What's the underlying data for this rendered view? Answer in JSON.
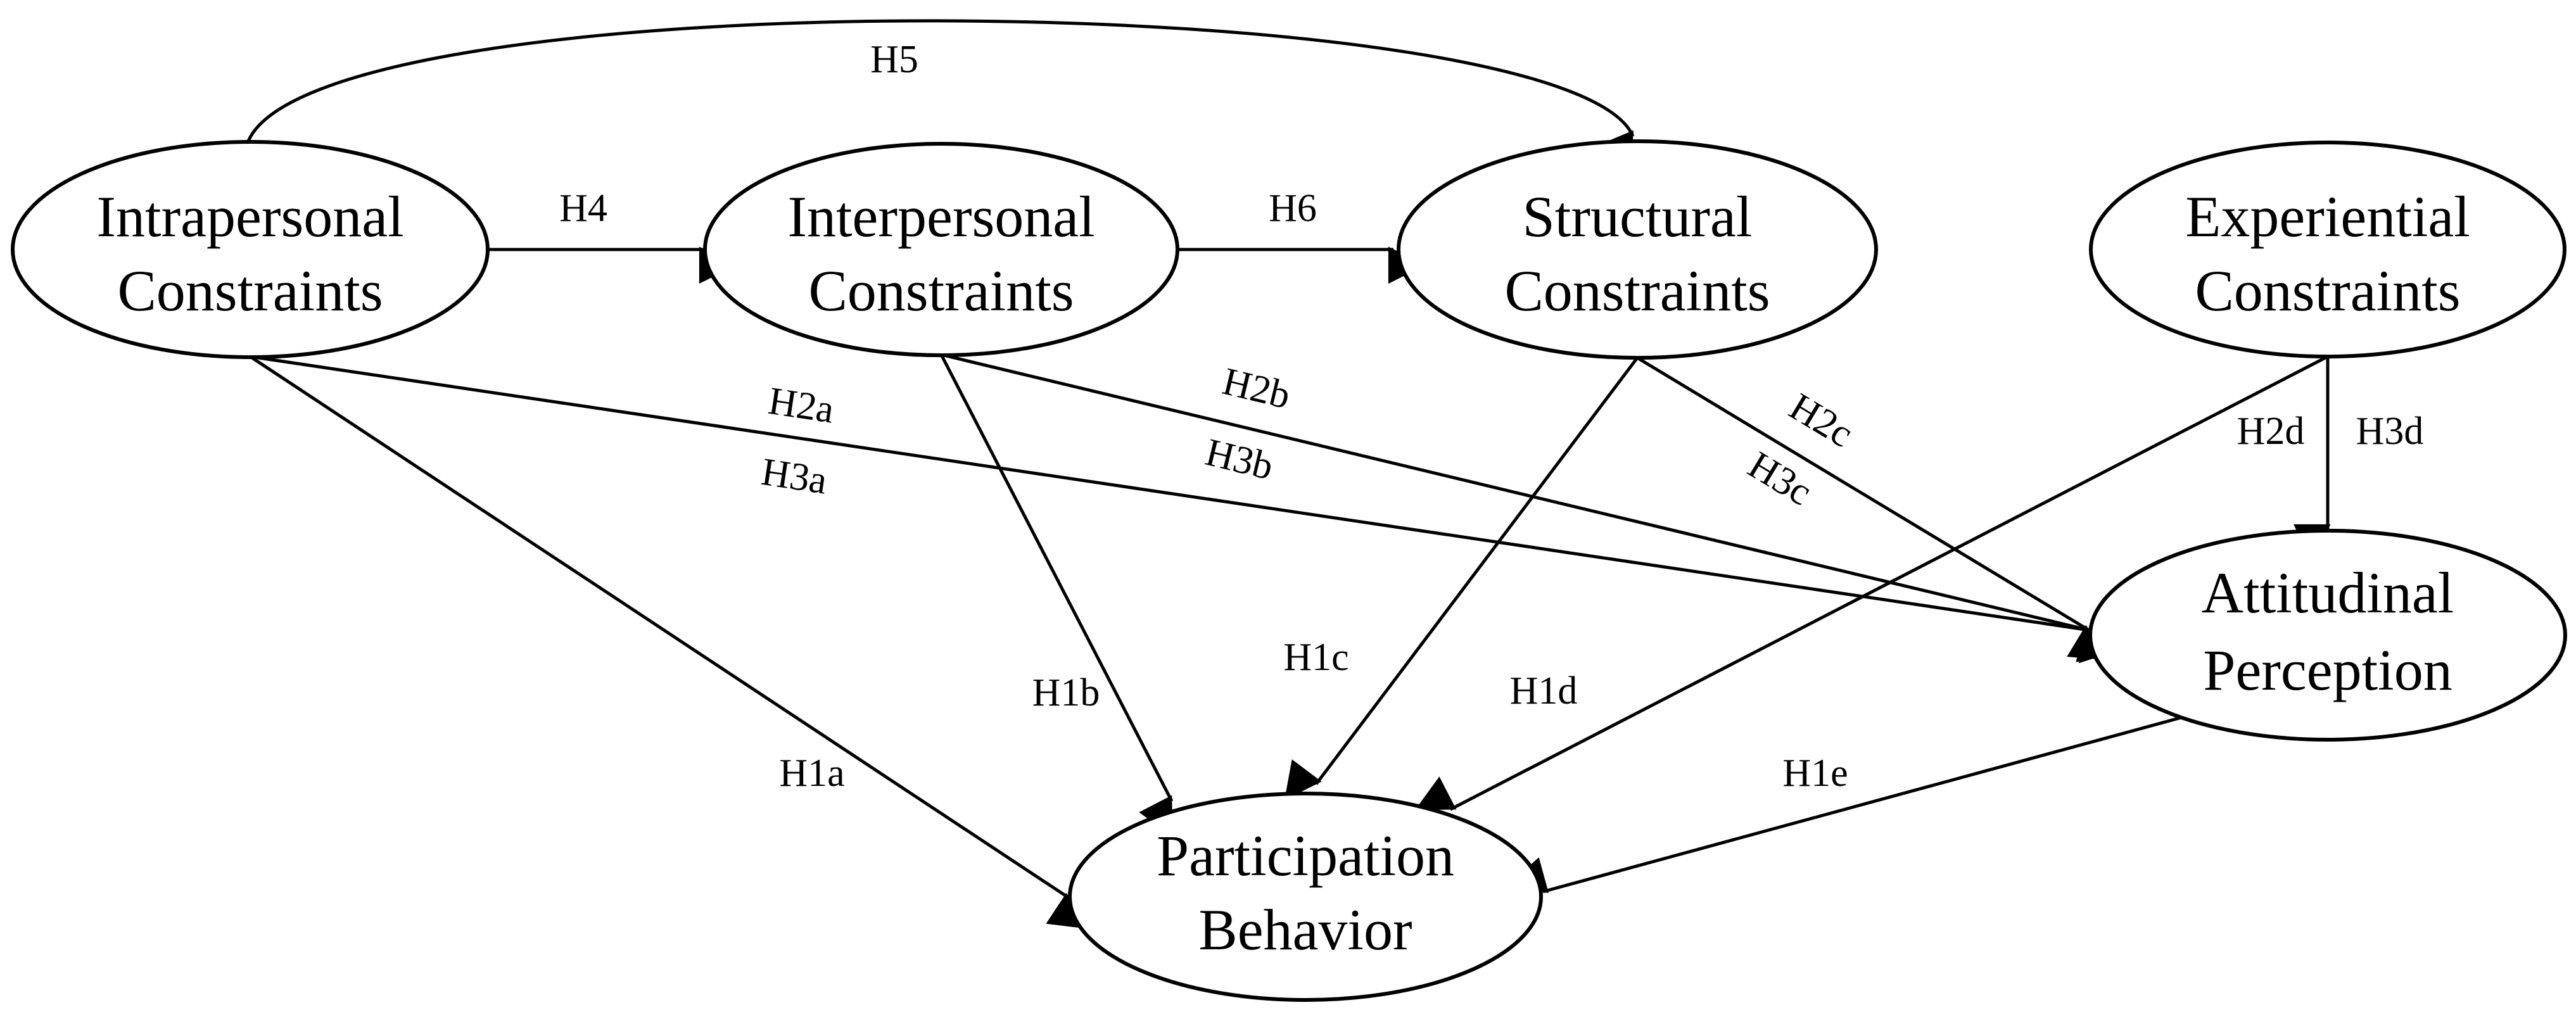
{
  "nodes": {
    "intrapersonal": {
      "line1": "Intrapersonal",
      "line2": "Constraints"
    },
    "interpersonal": {
      "line1": "Interpersonal",
      "line2": "Constraints"
    },
    "structural": {
      "line1": "Structural",
      "line2": "Constraints"
    },
    "experiential": {
      "line1": "Experiential",
      "line2": "Constraints"
    },
    "attitudinal": {
      "line1": "Attitudinal",
      "line2": "Perception"
    },
    "participation": {
      "line1": "Participation",
      "line2": "Behavior"
    }
  },
  "edges": {
    "h5": "H5",
    "h4": "H4",
    "h6": "H6",
    "h2a": "H2a",
    "h3a": "H3a",
    "h2b": "H2b",
    "h3b": "H3b",
    "h2c": "H2c",
    "h3c": "H3c",
    "h2d": "H2d",
    "h3d": "H3d",
    "h1a": "H1a",
    "h1b": "H1b",
    "h1c": "H1c",
    "h1d": "H1d",
    "h1e": "H1e"
  }
}
